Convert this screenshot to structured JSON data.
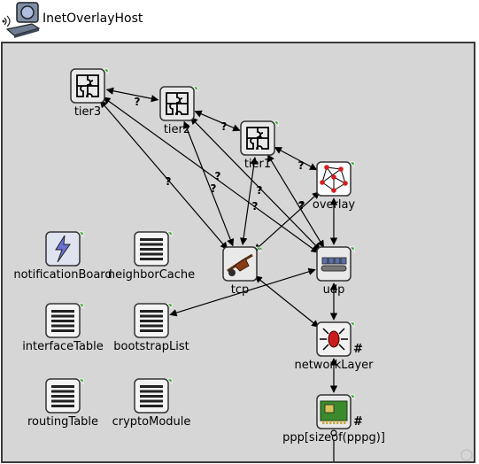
{
  "host": {
    "title": "InetOverlayHost",
    "icon": "laptop-host-icon"
  },
  "modules": {
    "tier3": {
      "label": "tier3",
      "icon": "puzzle-icon"
    },
    "tier2": {
      "label": "tier2",
      "icon": "puzzle-icon"
    },
    "tier1": {
      "label": "tier1",
      "icon": "puzzle-icon"
    },
    "overlay": {
      "label": "overlay",
      "icon": "network-graph-icon"
    },
    "tcp": {
      "label": "tcp",
      "icon": "wheelbarrow-icon"
    },
    "udp": {
      "label": "udp",
      "icon": "conveyor-icon"
    },
    "networkLayer": {
      "label": "networkLayer",
      "icon": "router-icon",
      "vector_mark": "#"
    },
    "ppp": {
      "label": "ppp[sizeof(pppg)]",
      "icon": "network-card-icon",
      "vector_mark": "#"
    },
    "notificationBoard": {
      "label": "notificationBoard",
      "icon": "notification-board-icon"
    },
    "neighborCache": {
      "label": "neighborCache",
      "icon": "list-icon"
    },
    "interfaceTable": {
      "label": "interfaceTable",
      "icon": "list-icon"
    },
    "bootstrapList": {
      "label": "bootstrapList",
      "icon": "list-icon"
    },
    "routingTable": {
      "label": "routingTable",
      "icon": "list-icon"
    },
    "cryptoModule": {
      "label": "cryptoModule",
      "icon": "list-icon"
    }
  },
  "connections": [
    {
      "from": "tier3",
      "to": "tier2",
      "label": "?"
    },
    {
      "from": "tier2",
      "to": "tier1",
      "label": "?"
    },
    {
      "from": "tier1",
      "to": "overlay",
      "label": "?"
    },
    {
      "from": "tier3",
      "to": "tcp",
      "label": "?"
    },
    {
      "from": "tier3",
      "to": "udp",
      "label": "?"
    },
    {
      "from": "tier2",
      "to": "tcp",
      "label": "?"
    },
    {
      "from": "tier2",
      "to": "udp",
      "label": "?"
    },
    {
      "from": "tier1",
      "to": "tcp",
      "label": "?"
    },
    {
      "from": "tier1",
      "to": "udp",
      "label": "?"
    },
    {
      "from": "overlay",
      "to": "tcp",
      "label": "?"
    },
    {
      "from": "overlay",
      "to": "udp",
      "label": ""
    },
    {
      "from": "tcp",
      "to": "networkLayer",
      "label": ""
    },
    {
      "from": "udp",
      "to": "networkLayer",
      "label": ""
    },
    {
      "from": "udp",
      "to": "bootstrapList",
      "label": ""
    },
    {
      "from": "networkLayer",
      "to": "ppp",
      "label": ""
    }
  ],
  "colors": {
    "canvas_bg": "#d6d6d6",
    "border": "#3a3a3a",
    "status_dot": "#2aa02a",
    "overlay_nodes": "#d42020",
    "router_red": "#cc1b1b",
    "card_green": "#3c8a2e"
  }
}
